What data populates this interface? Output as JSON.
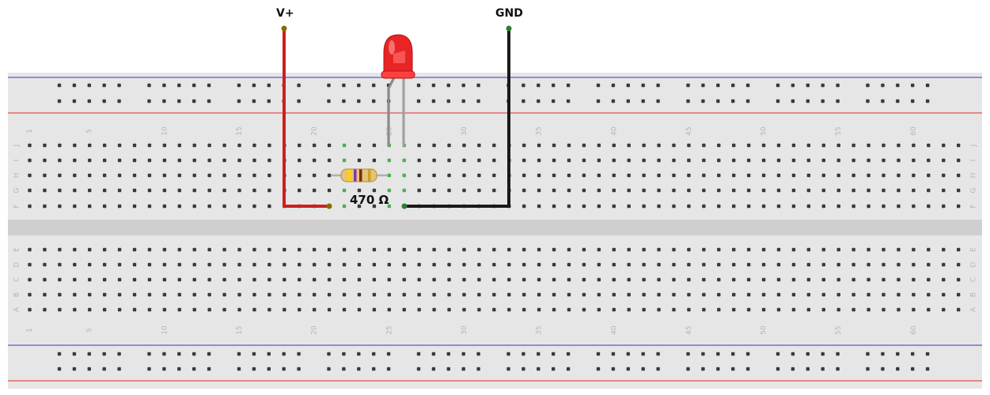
{
  "labels": {
    "vplus": "V+",
    "gnd": "GND",
    "resistor": "470 Ω"
  },
  "breadboard": {
    "row_letters_top": [
      "J",
      "I",
      "H",
      "G",
      "F"
    ],
    "row_letters_bottom": [
      "E",
      "D",
      "C",
      "B",
      "A"
    ],
    "column_numbers": [
      "1",
      "5",
      "10",
      "15",
      "20",
      "25",
      "30",
      "35",
      "40",
      "45",
      "50",
      "55",
      "60"
    ]
  },
  "colors": {
    "board": "#e6e6e6",
    "hole": "#3a3a3a",
    "rail_red": "#e05050",
    "rail_blue": "#5a5ad0",
    "wire_red": "#cc1f1f",
    "wire_black": "#1a1a1a",
    "led": "#e82424",
    "highlight": "#4caf50"
  }
}
